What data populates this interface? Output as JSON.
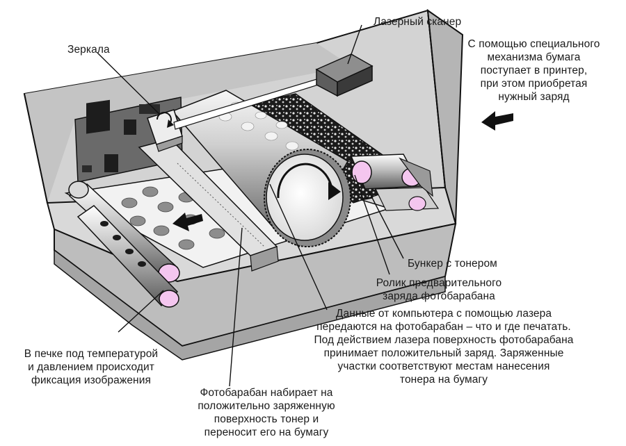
{
  "labels": {
    "scanner": "Лазерный сканер",
    "mirrors": "Зеркала",
    "paper_feed": "С помощью специального\nмеханизма бумага\nпоступает в принтер,\nпри этом приобретая\nнужный заряд",
    "toner_hopper": "Бункер с тонером",
    "charge_roller": "Ролик предварительного\nзаряда фотобарабана",
    "laser_data": "Данные от компьютера с помощью лазера\nпередаются на фотобарабан – что и где печатать.\nПод действием лазера поверхность фотобарабана\nпринимает положительный заряд. Заряженные\nучастки соответствуют местам нанесения\nтонера на бумагу",
    "fuser": "В печке под температурой\nи давлением происходит\nфиксация изображения",
    "drum": "Фотобарабан набирает на\nположительно заряженную\nповерхность тонер и\nпереносит его на бумагу"
  },
  "colors": {
    "case": "#cfcfcf",
    "case_dark": "#a9a9a9",
    "outline": "#111111",
    "roller_end": "#f4c6ef",
    "panel": "#3a3a3a"
  }
}
